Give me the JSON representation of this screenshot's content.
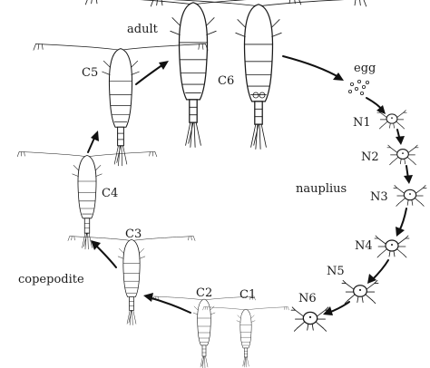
{
  "diagram": {
    "labels": {
      "adult": "adult",
      "egg": "egg",
      "nauplius": "nauplius",
      "copepodite": "copepodite"
    },
    "stages": {
      "c1": "C1",
      "c2": "C2",
      "c3": "C3",
      "c4": "C4",
      "c5": "C5",
      "c6": "C6",
      "n1": "N1",
      "n2": "N2",
      "n3": "N3",
      "n4": "N4",
      "n5": "N5",
      "n6": "N6"
    },
    "colors": {
      "ink": "#1a1a1a",
      "background": "#ffffff"
    }
  }
}
